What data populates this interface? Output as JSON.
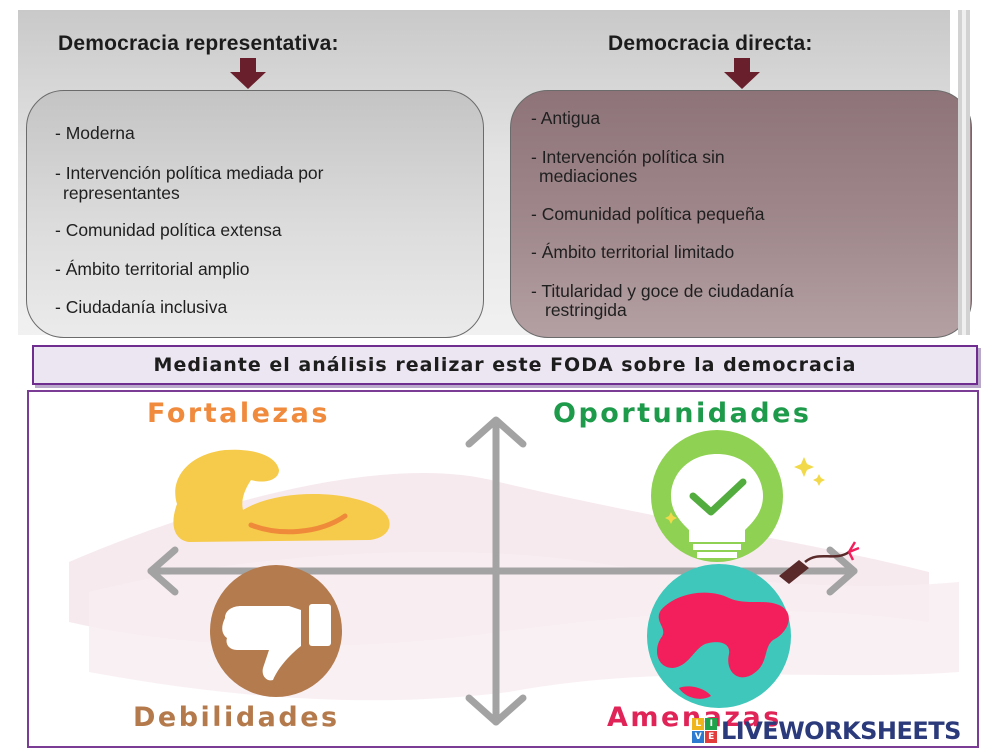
{
  "comparison": {
    "left": {
      "title": "Democracia representativa:",
      "items": [
        "- Moderna",
        "- Intervención política mediada por",
        "representantes",
        "- Comunidad política extensa",
        "- Ámbito territorial amplio",
        "- Ciudadanía inclusiva"
      ]
    },
    "right": {
      "title": "Democracia directa:",
      "items": [
        "- Antigua",
        "- Intervención política sin",
        "mediaciones",
        "- Comunidad política pequeña",
        "- Ámbito territorial limitado",
        "- Titularidad y goce de ciudadanía",
        "restringida"
      ]
    }
  },
  "instruction": "Mediante el análisis realizar este FODA sobre la democracia",
  "foda": {
    "fortalezas": "Fortalezas",
    "oportunidades": "Oportunidades",
    "debilidades": "Debilidades",
    "amenazas": "Amenazas"
  },
  "watermark": "LIVEWORKSHEETS",
  "colors": {
    "arrow": "#6a1f2c",
    "right_box": "#9e868a",
    "fortalezas": "#f08a3c",
    "oportunidades": "#1e9a4b",
    "debilidades": "#b47a4c",
    "amenazas": "#e02458",
    "frame": "#7b3c95"
  }
}
